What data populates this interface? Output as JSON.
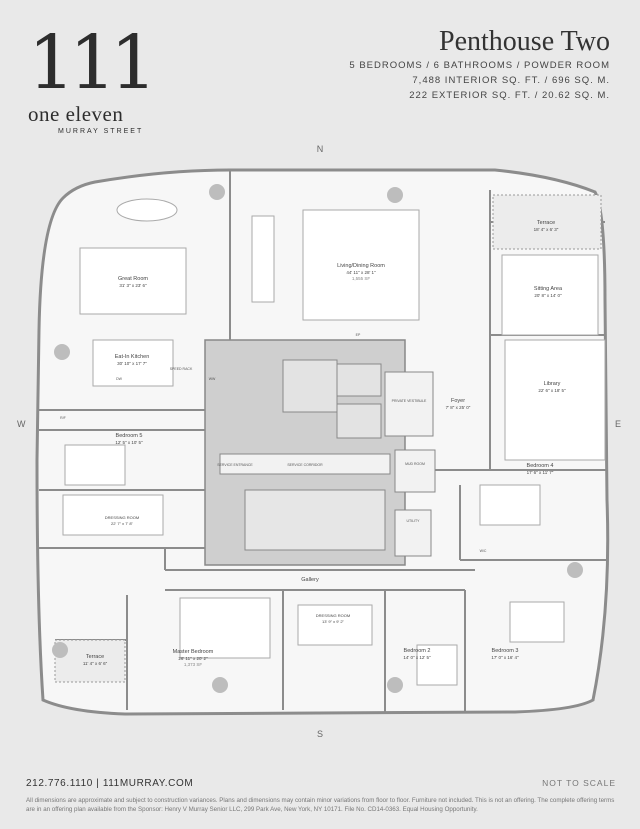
{
  "brand": {
    "mark": "111",
    "name": "one eleven",
    "sub": "MURRAY STREET"
  },
  "title": "Penthouse Two",
  "specs": [
    "5 BEDROOMS  /  6 BATHROOMS  /  POWDER ROOM",
    "7,488 INTERIOR SQ. FT. / 696 SQ. M.",
    "222 EXTERIOR SQ. FT. / 20.62 SQ. M."
  ],
  "compass": {
    "n": "N",
    "s": "S",
    "e": "E",
    "w": "W"
  },
  "rooms": {
    "great_room": {
      "name": "Great Room",
      "dim": "31' 3\" x 23' 6\""
    },
    "living_dining": {
      "name": "Living/Dining Room",
      "dim": "44' 11\" x 28' 1\"",
      "area": "1,555 SF"
    },
    "terrace_ne": {
      "name": "Terrace",
      "dim": "18' 4\" x 6' 3\""
    },
    "sitting_area": {
      "name": "Sitting Area",
      "dim": "20' 8\" x 14' 0\""
    },
    "kitchen": {
      "name": "Eat-In Kitchen",
      "dim": "30' 10\" x 17' 7\""
    },
    "library": {
      "name": "Library",
      "dim": "22' 6\" x 18' 5\""
    },
    "foyer": {
      "name": "Foyer",
      "dim": "7' 8\" x 25' 0\""
    },
    "bedroom5": {
      "name": "Bedroom 5",
      "dim": "12' 5\" x 10' 5\""
    },
    "bedroom4": {
      "name": "Bedroom 4",
      "dim": "17' 6\" x 11' 7\""
    },
    "dressing_w": {
      "name": "DRESSING ROOM",
      "dim": "22' 7\" x 7' 8\""
    },
    "gallery": {
      "name": "Gallery"
    },
    "master": {
      "name": "Master Bedroom",
      "dim": "26' 11\" x 20' 2\"",
      "area": "1,373 SF"
    },
    "dressing_m": {
      "name": "DRESSING ROOM",
      "dim": "13' 9\" x 9' 2\""
    },
    "terrace_sw": {
      "name": "Terrace",
      "dim": "11' 4\" x 6' 6\""
    },
    "bedroom2": {
      "name": "Bedroom 2",
      "dim": "14' 0\" x 12' 5\""
    },
    "bedroom3": {
      "name": "Bedroom 3",
      "dim": "17' 0\" x 16' 4\""
    }
  },
  "small_labels": {
    "private_vestibule": "PRIVATE VESTIBULE",
    "service_corridor": "SERVICE CORRIDOR",
    "service_entrance": "SERVICE ENTRANCE",
    "mud_room": "MUD ROOM",
    "utility": "UTILITY",
    "wic": "W/C",
    "speed_rack": "SPEED RACK",
    "ep": "EP",
    "ww": "WW",
    "dw": "DW",
    "rf": "R/F"
  },
  "footer": {
    "contact": "212.776.1110  |  111MURRAY.COM",
    "scale": "NOT TO SCALE",
    "disclaimer": "All dimensions are approximate and subject to construction variances. Plans and dimensions may contain minor variations from floor to floor. Furniture not included. This is not an offering. The complete offering terms are in an offering plan available from the Sponsor: Henry V Murray Senior LLC, 299 Park Ave, New York, NY 10171. File No. CD14-0363. Equal Housing Opportunity."
  }
}
